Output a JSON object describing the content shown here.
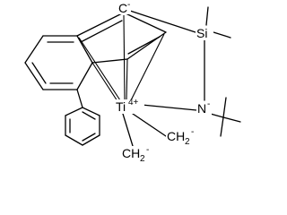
{
  "molecule": {
    "atoms": {
      "carbanion": {
        "symbol": "C",
        "charge": "-"
      },
      "silicon": {
        "symbol": "Si",
        "charge": ""
      },
      "titanium": {
        "symbol": "Ti",
        "charge": "4+"
      },
      "nitrogen": {
        "symbol": "N",
        "charge": "-"
      },
      "methylene_1": {
        "symbol": "CH",
        "subscript": "2",
        "charge": "-"
      },
      "methylene_2": {
        "symbol": "CH",
        "subscript": "2",
        "charge": "-"
      }
    }
  }
}
